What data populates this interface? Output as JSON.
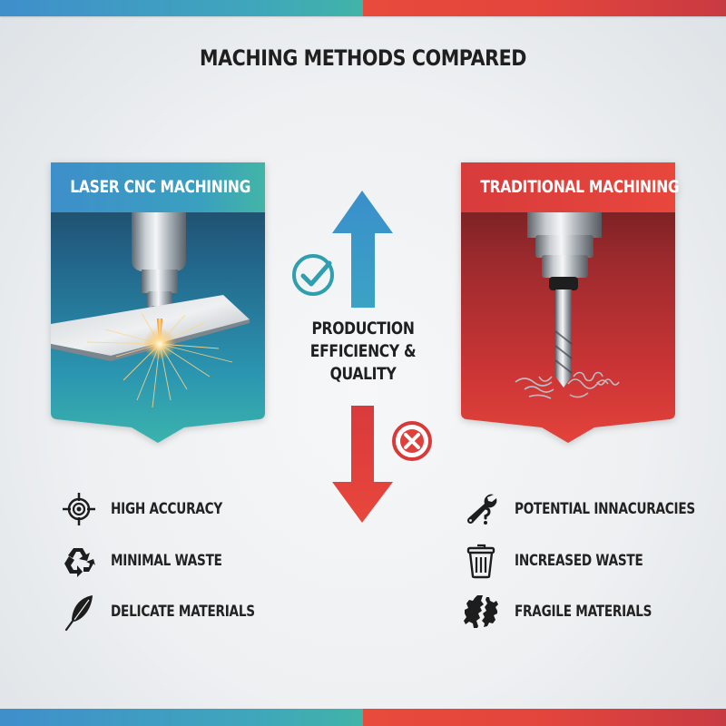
{
  "title": "MACHING METHODS COMPARED",
  "colors": {
    "blue_accent": "#3f8fcb",
    "teal_accent": "#41b4a8",
    "red_accent": "#e84a3c",
    "dark_red": "#c83a42",
    "check_teal": "#2f9fb0",
    "text": "#1f1f1f"
  },
  "left_panel": {
    "title": "LASER CNC MACHINING",
    "illustration": "laser-cutter-icon",
    "features": [
      {
        "icon": "crosshair-target-icon",
        "label": "HIGH ACCURACY"
      },
      {
        "icon": "recycle-icon",
        "label": "MINIMAL WASTE"
      },
      {
        "icon": "feather-icon",
        "label": "DELICATE MATERIALS"
      }
    ]
  },
  "right_panel": {
    "title": "TRADITIONAL MACHINING",
    "illustration": "drill-bit-icon",
    "features": [
      {
        "icon": "wrench-question-icon",
        "label": "POTENTIAL INNACURACIES"
      },
      {
        "icon": "trash-can-icon",
        "label": "INCREASED WASTE"
      },
      {
        "icon": "broken-gear-icon",
        "label": "FRAGILE MATERIALS"
      }
    ]
  },
  "center": {
    "label_lines": [
      "PRODUCTION",
      "EFFICIENCY &",
      "QUALITY"
    ],
    "up_arrow": "arrow-up-icon",
    "down_arrow": "arrow-down-icon",
    "positive_badge": "check-circle-icon",
    "negative_badge": "x-circle-icon"
  }
}
